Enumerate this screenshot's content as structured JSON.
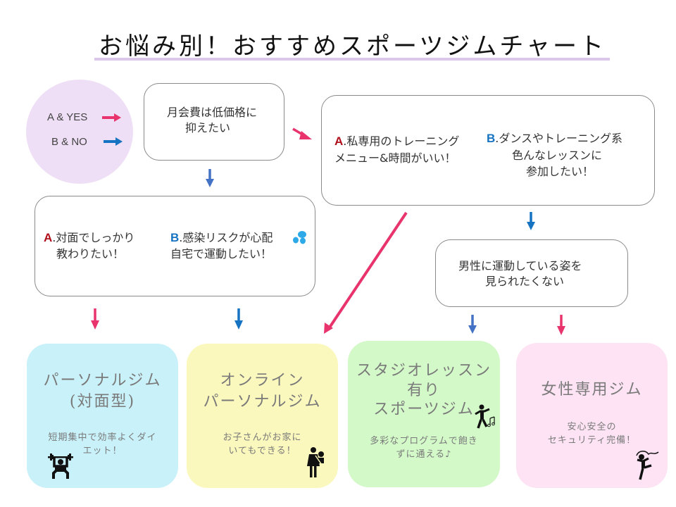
{
  "title": "お悩み別！おすすめスポーツジムチャート",
  "legend": {
    "yes_label": "A & YES",
    "no_label": "B & NO",
    "yes_color": "#e8336d",
    "no_color": "#1673c2"
  },
  "questions": {
    "q1": {
      "line1": "月会費は低価格に",
      "line2": "抑えたい"
    },
    "q2": {
      "a_prefix": "A",
      "a_line1": ".私専用のトレーニング",
      "a_line2": "メニュー&時間がいい！",
      "b_prefix": "B",
      "b_line1": ".ダンスやトレーニング系",
      "b_line2": "色んなレッスンに",
      "b_line3": "参加したい！"
    },
    "q3": {
      "a_prefix": "A",
      "a_line1": ".対面でしっかり",
      "a_line2": "教わりたい！",
      "b_prefix": "B",
      "b_line1": ".感染リスクが心配",
      "b_line2": "自宅で運動したい！"
    },
    "q4": {
      "line1": "男性に運動している姿を",
      "line2": "見られたくない"
    }
  },
  "results": [
    {
      "title_line1": "パーソナルジム",
      "title_line2": "(対面型)",
      "desc_line1": "短期集中で効率よくダイ",
      "desc_line2": "エット！",
      "icon": "weightlifting-icon",
      "bg": "#c9f1f9"
    },
    {
      "title_line1": "オンライン",
      "title_line2": "パーソナルジム",
      "desc_line1": "お子さんがお家に",
      "desc_line2": "いてもできる！",
      "icon": "parent-with-child-icon",
      "bg": "#fbf8bd"
    },
    {
      "title_line1": "スタジオレッスン",
      "title_line2": "有り",
      "title_line3": "スポーツジム",
      "desc_line1": "多彩なプログラムで飽き",
      "desc_line2": "ずに通える♪",
      "icon": "dancer-music-icon",
      "bg": "#d3f9c8"
    },
    {
      "title_line1": "女性専用ジム",
      "desc_line1": "安心安全の",
      "desc_line2": "セキュリティ完備！",
      "icon": "rhythmic-gymnast-icon",
      "bg": "#fde3f3"
    }
  ]
}
